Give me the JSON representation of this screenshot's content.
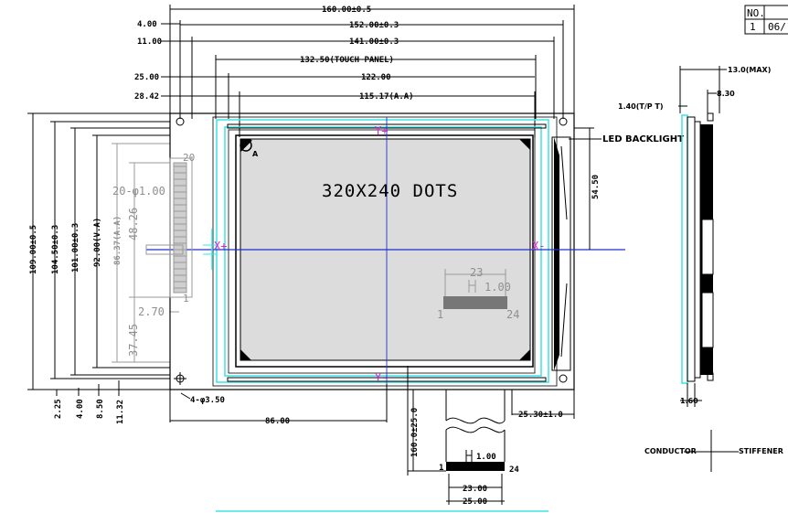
{
  "title_block": {
    "col_no": "NO.",
    "row_value": "1",
    "row_date": "06/"
  },
  "dimensions": {
    "outline_width": "160.00±0.5",
    "hole_pitch": "152.00±0.3",
    "bezel_width": "141.00±0.3",
    "touch_panel_width": "132.50(TOUCH PANEL)",
    "viewing_width": "122.00",
    "active_width": "115.17(A.A)",
    "left_4": "4.00",
    "left_11": "11.00",
    "left_25": "25.00",
    "left_2842": "28.42",
    "outline_height": "109.00±0.5",
    "hole_pitch_v": "104.50±0.3",
    "bezel_height": "101.00±0.3",
    "view_height": "92.00(V.A)",
    "active_height": "86.37(A.A)",
    "pin_height": "48.26",
    "pin_offset": "37.45",
    "pin_pitch_label": "2.70",
    "pin_hole_label": "20-φ1.00",
    "bottom_225": "2.25",
    "bottom_400": "4.00",
    "bottom_850": "8.50",
    "bottom_1132": "11.32",
    "mounting_holes": "4-φ3.50",
    "center_86": "86.00",
    "fpc_length": "160.0±25.0",
    "fpc_offset": "25.30±1.0",
    "fpc_pitch": "1.00",
    "fpc_pitch_inner": "23.00",
    "fpc_width": "25.00",
    "backlight_offset": "54.50",
    "side_thickness": "13.0(MAX)",
    "side_830": "8.30",
    "side_tp": "1.40(T/P T)",
    "side_160": "1.60"
  },
  "labels": {
    "resolution": "320X240 DOTS",
    "led_backlight": "LED BACKLIGHT",
    "conductor": "CONDUCTOR",
    "stiffener": "STIFFENER",
    "corner_mark": "A",
    "x_plus": "X+",
    "x_minus": "X-",
    "y_plus": "Y+",
    "y_minus": "Y-",
    "pin_20": "20",
    "pin_1": "1",
    "pin_first": "1",
    "pin_last": "24",
    "inset_23": "23",
    "inset_100": "1.00",
    "inset_1": "1",
    "inset_24": "24"
  },
  "colors": {
    "touch_panel": "#3de3e3",
    "axis": "#2030d0",
    "touch_labels": "#e01fd8",
    "grey_detail": "#8f8f8f"
  }
}
